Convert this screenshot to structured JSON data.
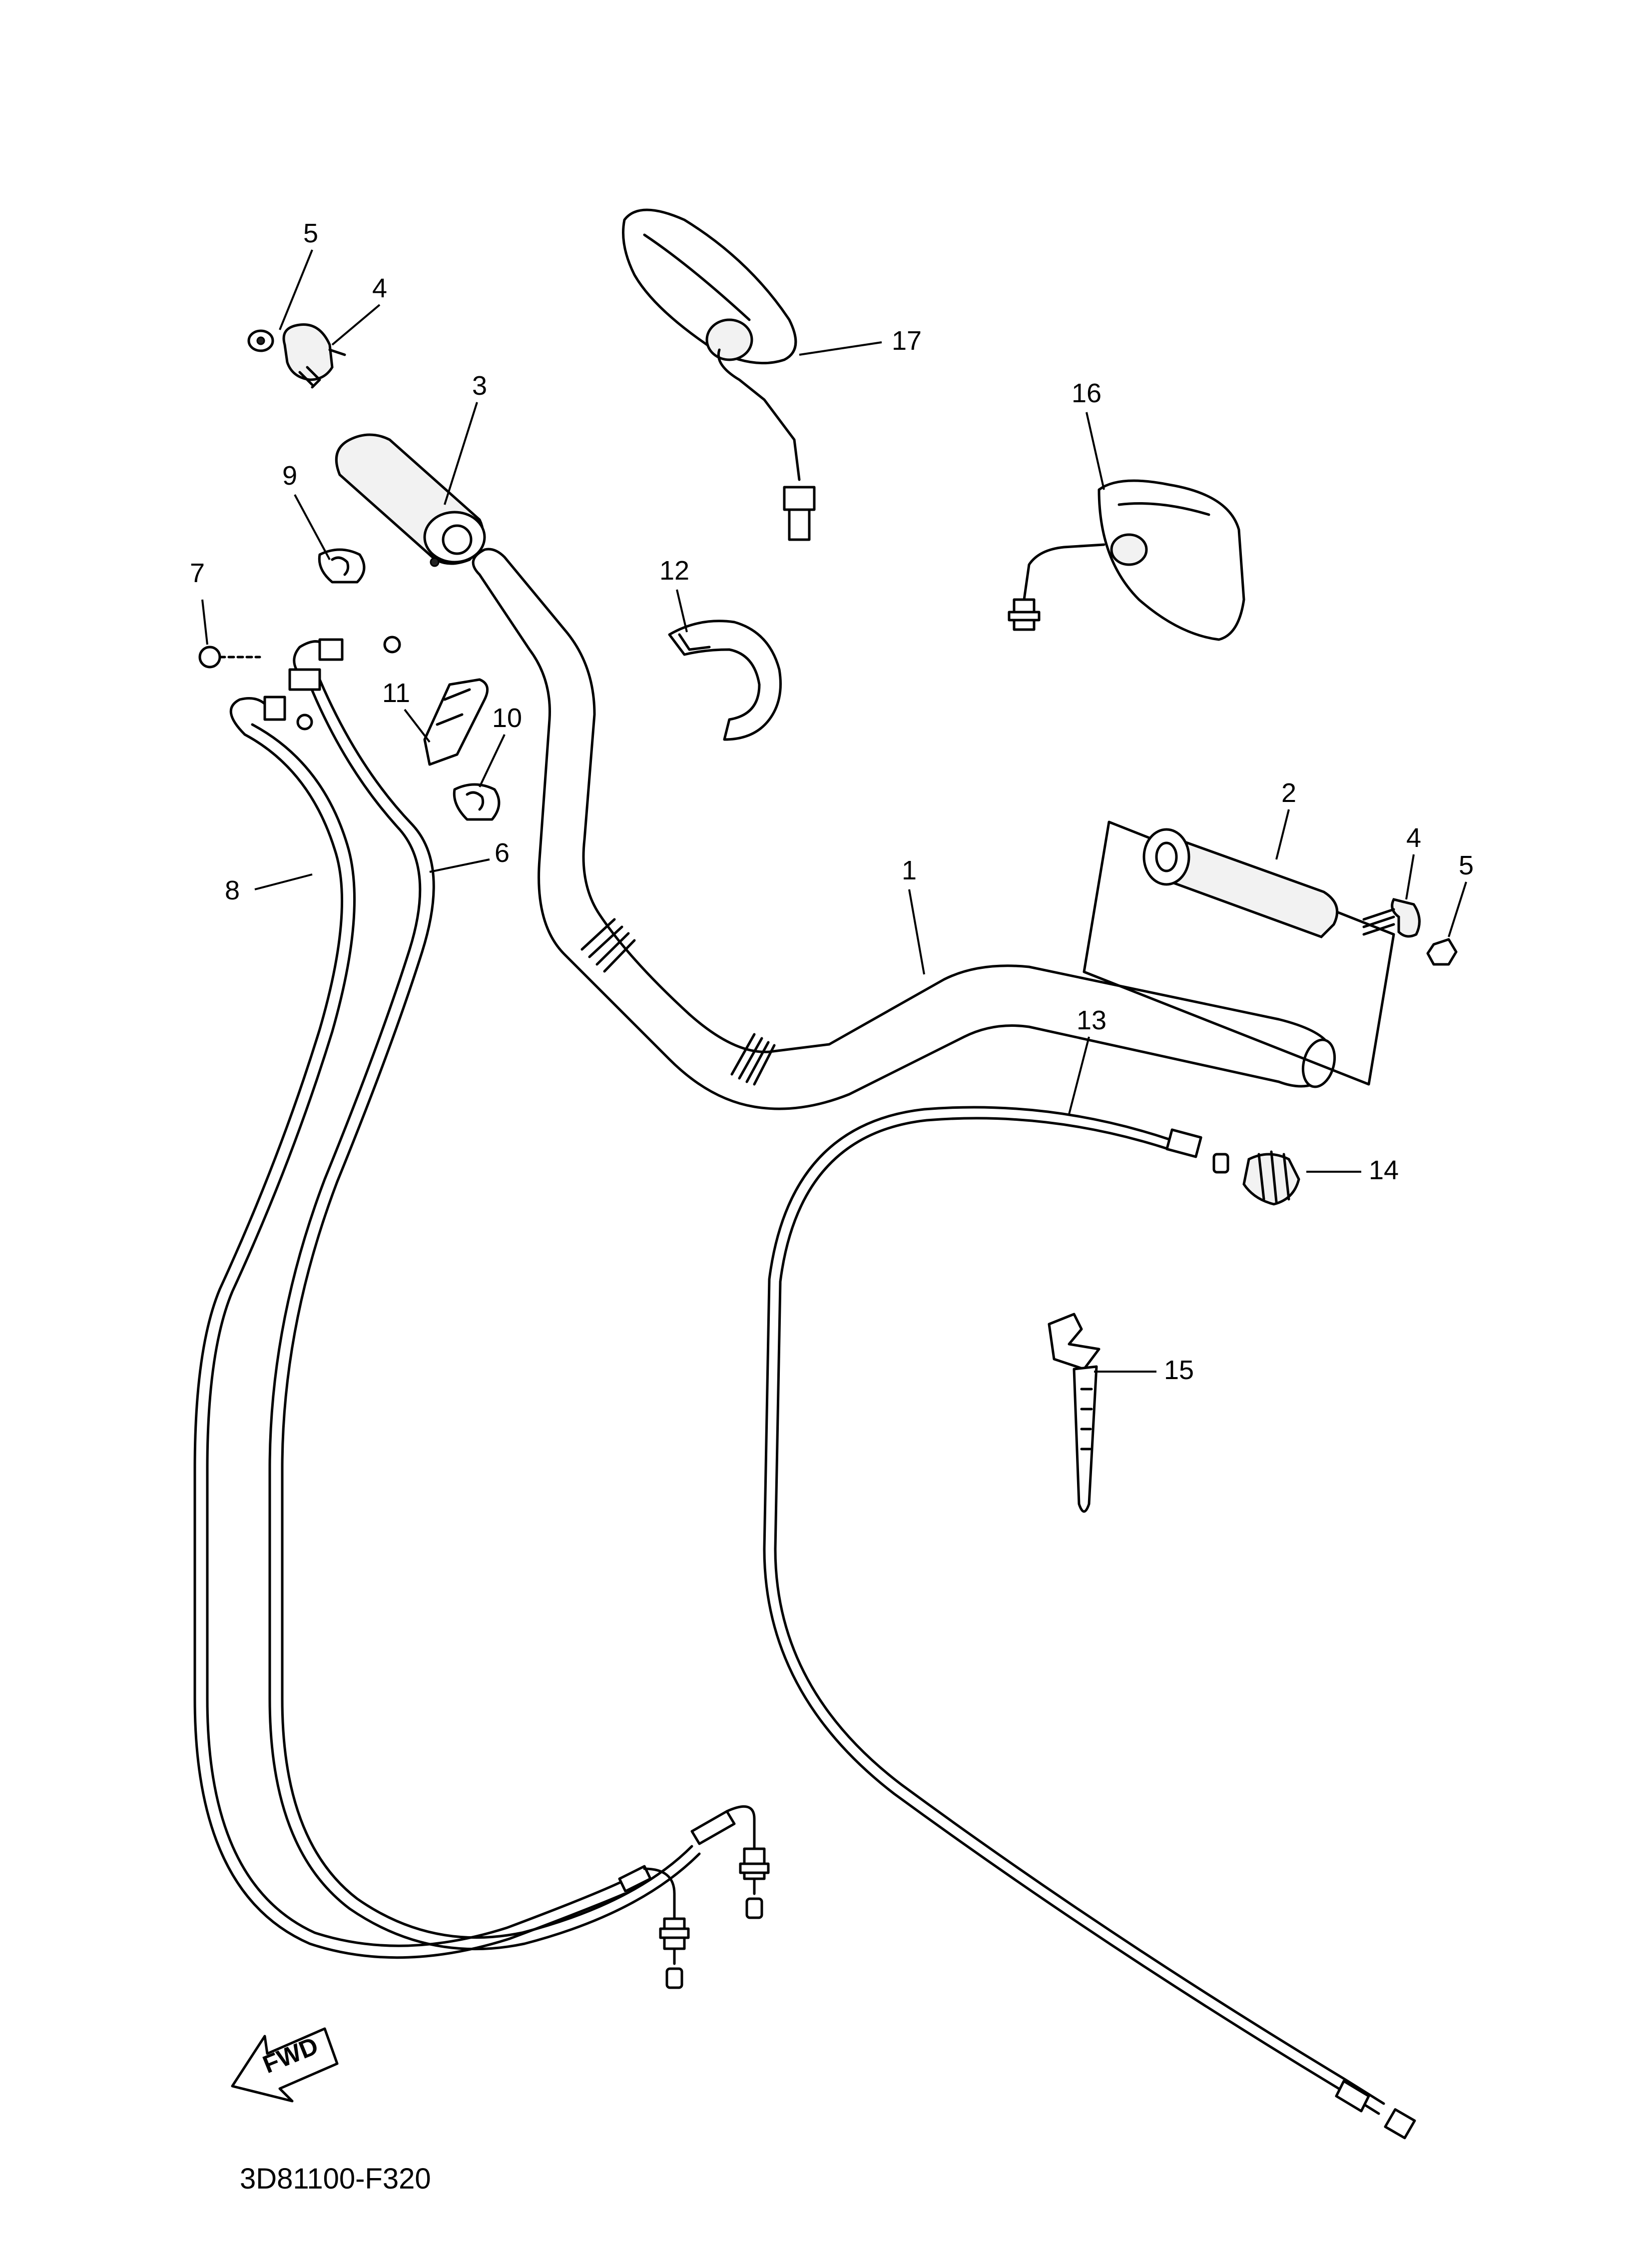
{
  "diagram": {
    "code": "3D81100-F320",
    "direction_label": "FWD",
    "callouts": {
      "p1": "1",
      "p2": "2",
      "p3": "3",
      "p4a": "4",
      "p4b": "4",
      "p5a": "5",
      "p5b": "5",
      "p6": "6",
      "p7": "7",
      "p8": "8",
      "p9": "9",
      "p10": "10",
      "p11": "11",
      "p12": "12",
      "p13": "13",
      "p14": "14",
      "p15": "15",
      "p16": "16",
      "p17": "17"
    }
  }
}
